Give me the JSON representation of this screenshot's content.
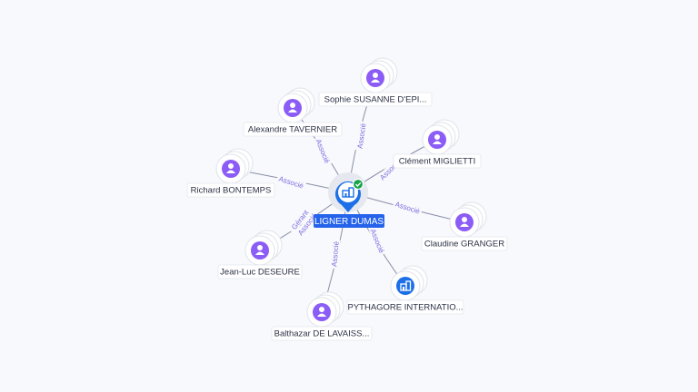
{
  "colors": {
    "person": "#8b5cf6",
    "company": "#1d6fe8",
    "center": "#1d6fe8",
    "check": "#16a34a",
    "edge_label": "#7d6be0"
  },
  "center": {
    "label": "LIGNER DUMAS",
    "icon": "building-icon",
    "badge_icon": "check-icon"
  },
  "nodes": [
    {
      "id": "sophie",
      "label": "Sophie SUSANNE D'EPI...",
      "type": "person",
      "icon": "person-icon",
      "edge_label": "Associé"
    },
    {
      "id": "alexandre",
      "label": "Alexandre TAVERNIER",
      "type": "person",
      "icon": "person-icon",
      "edge_label": "Associé"
    },
    {
      "id": "clement",
      "label": "Clément MIGLIETTI",
      "type": "person",
      "icon": "person-icon",
      "edge_label": "Associé"
    },
    {
      "id": "richard",
      "label": "Richard BONTEMPS",
      "type": "person",
      "icon": "person-icon",
      "edge_label": "Associé"
    },
    {
      "id": "claudine",
      "label": "Claudine GRANGER",
      "type": "person",
      "icon": "person-icon",
      "edge_label": "Associé"
    },
    {
      "id": "jeanluc",
      "label": "Jean-Luc DESEURE",
      "type": "person",
      "icon": "person-icon",
      "edge_label": "Gérant",
      "edge_label_2": "Associé"
    },
    {
      "id": "pythagore",
      "label": "PYTHAGORE INTERNATIO...",
      "type": "company",
      "icon": "building-icon",
      "edge_label": "Associé"
    },
    {
      "id": "balthazar",
      "label": "Balthazar DE LAVAISS...",
      "type": "person",
      "icon": "person-icon",
      "edge_label": "Associé"
    }
  ]
}
